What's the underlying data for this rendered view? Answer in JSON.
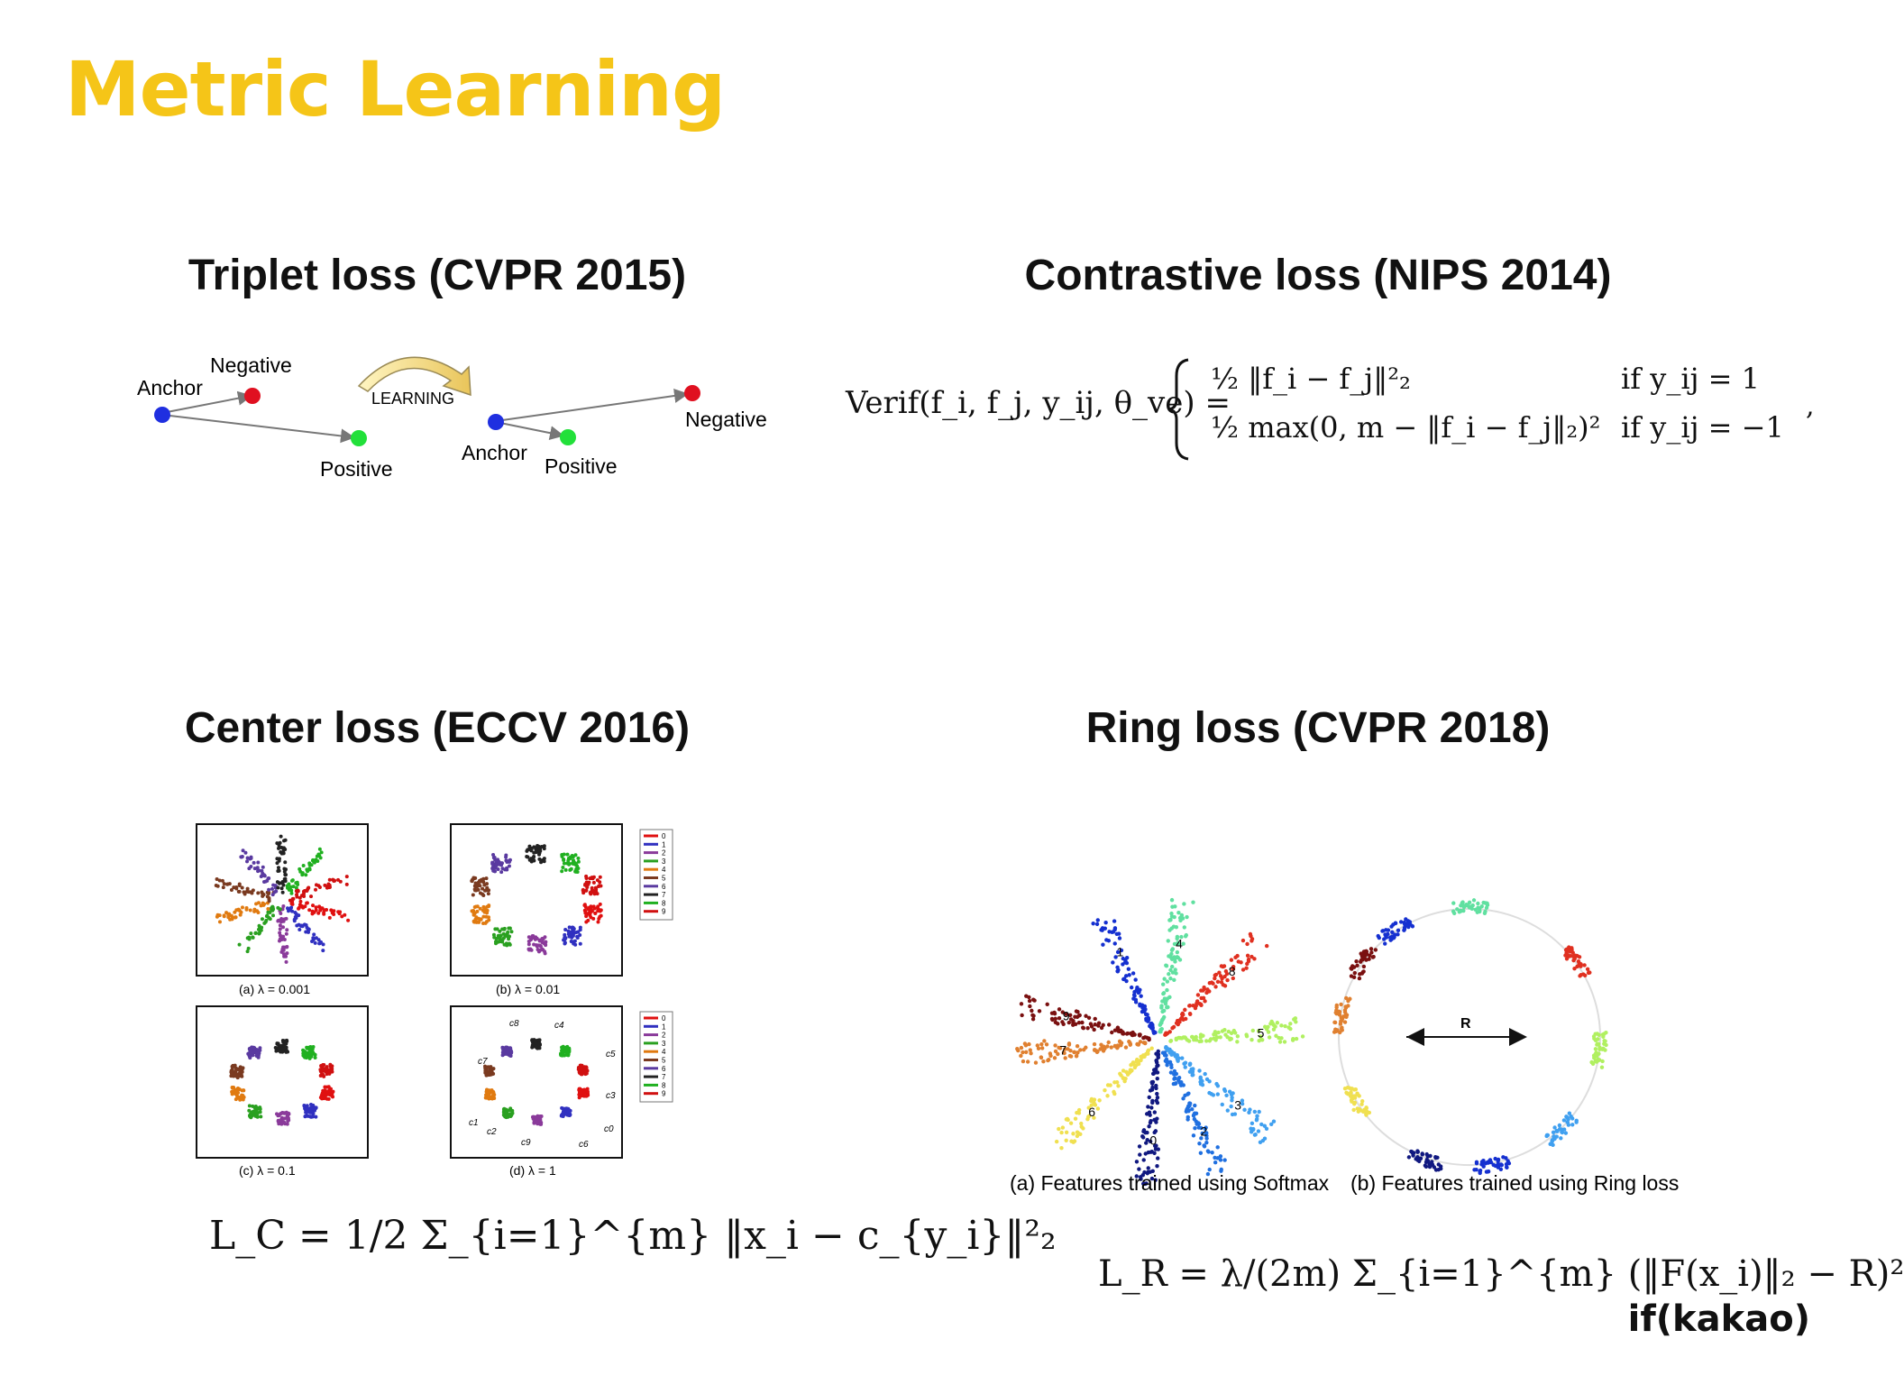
{
  "slide_title": "Metric Learning",
  "sections": {
    "triplet": {
      "title": "Triplet loss (CVPR 2015)",
      "labels": {
        "anchor": "Anchor",
        "negative": "Negative",
        "positive": "Positive",
        "learning": "LEARNING"
      }
    },
    "contrastive": {
      "title": "Contrastive loss (NIPS 2014)",
      "formula": {
        "lhs": "Verif(f_i, f_j, y_ij, θ_ve) =",
        "case1_expr": "½ ‖f_i − f_j‖²₂",
        "case1_cond": "if y_ij = 1",
        "case2_expr": "½ max(0, m − ‖f_i − f_j‖₂)²",
        "case2_cond": "if y_ij = −1"
      }
    },
    "center": {
      "title": "Center loss (ECCV 2016)",
      "captions": [
        "(a)  λ = 0.001",
        "(b)  λ = 0.01",
        "(c)  λ = 0.1",
        "(d)  λ = 1"
      ],
      "legend_digits": [
        "0",
        "1",
        "2",
        "3",
        "4",
        "5",
        "6",
        "7",
        "8",
        "9"
      ],
      "center_labels": [
        "c8",
        "c4",
        "c7",
        "c5",
        "c1",
        "c3",
        "c2",
        "c9",
        "c6",
        "c0"
      ],
      "formula": "L_C = 1/2 Σ_{i=1}^{m} ‖x_i − c_{y_i}‖²₂"
    },
    "ring": {
      "title": "Ring loss (CVPR 2018)",
      "caption_a": "(a)  Features trained using Softmax",
      "caption_b": "(b)  Features trained using Ring loss",
      "petal_digits": [
        "1",
        "4",
        "8",
        "9",
        "5",
        "7",
        "3",
        "6",
        "2",
        "0"
      ],
      "radius_label": "R",
      "formula": "L_R = λ/(2m) Σ_{i=1}^{m} (‖F(x_i)‖₂ − R)²"
    }
  },
  "brand": "if(kakao)",
  "colors": {
    "title": "#f5c518"
  }
}
